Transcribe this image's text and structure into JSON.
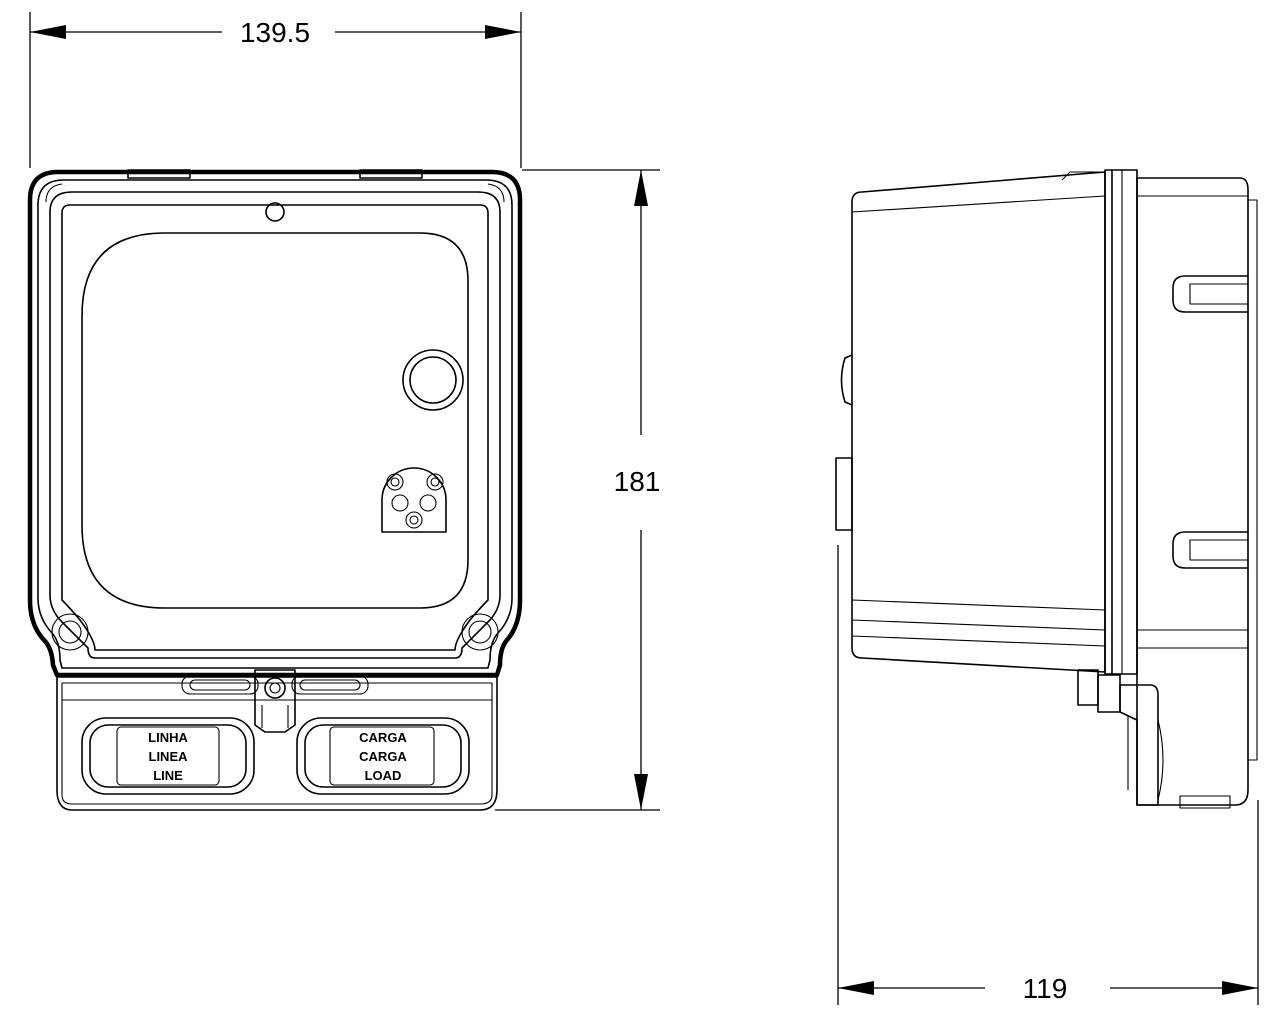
{
  "dimensions": {
    "width": "139.5",
    "height": "181",
    "depth": "119"
  },
  "front_view": {
    "line_label": [
      "LINHA",
      "LINEA",
      "LINE"
    ],
    "load_label": [
      "CARGA",
      "CARGA",
      "LOAD"
    ]
  }
}
